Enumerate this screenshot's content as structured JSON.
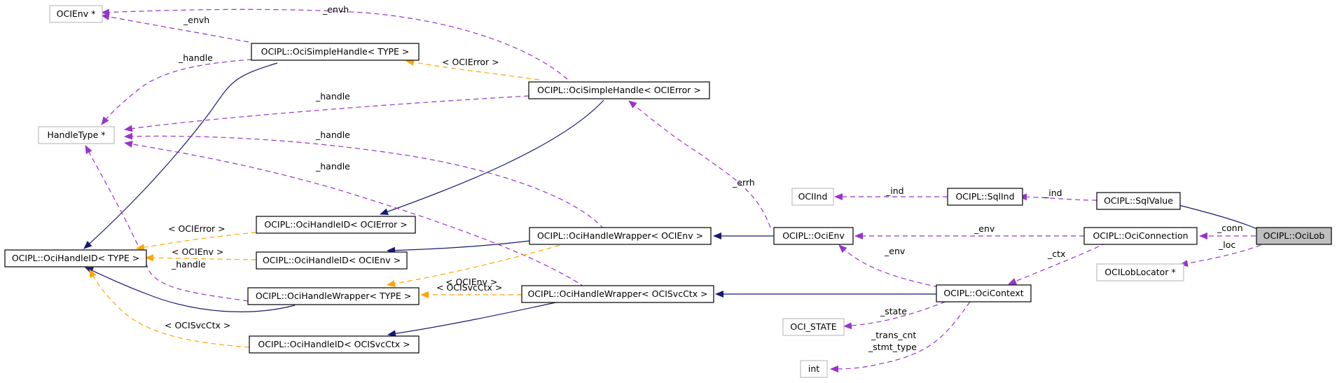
{
  "diagram": {
    "nodes": {
      "ocilob": "OCIPL::OciLob",
      "sqlvalue": "OCIPL::SqlValue",
      "ociconnection": "OCIPL::OciConnection",
      "ocilobloc": "OCILobLocator *",
      "sqlind": "OCIPL::SqlInd",
      "ociind": "OCIInd",
      "ocienv": "OCIPL::OciEnv",
      "ocicontext": "OCIPL::OciContext",
      "ocistate": "OCI_STATE",
      "int": "int",
      "hw_env": "OCIPL::OciHandleWrapper< OCIEnv >",
      "hw_svc": "OCIPL::OciHandleWrapper< OCISvcCtx >",
      "hw_type": "OCIPL::OciHandleWrapper< TYPE >",
      "sh_err": "OCIPL::OciSimpleHandle< OCIError >",
      "sh_type": "OCIPL::OciSimpleHandle< TYPE >",
      "hid_err": "OCIPL::OciHandleID< OCIError >",
      "hid_env": "OCIPL::OciHandleID< OCIEnv >",
      "hid_svc": "OCIPL::OciHandleID< OCISvcCtx >",
      "hid_type": "OCIPL::OciHandleID< TYPE >",
      "ocienvp": "OCIEnv *",
      "handletype": "HandleType *"
    },
    "edge_labels": {
      "conn": "_conn",
      "loc": "_loc",
      "ind_sql": "_ind",
      "ind": "_ind",
      "env_conn": "_env",
      "ctx": "_ctx",
      "env_ctx": "_env",
      "state": "_state",
      "trans": "_trans_cnt",
      "stmt": "_stmt_type",
      "errh": "_errh",
      "tmpl_svc": "< OCISvcCtx >",
      "tmpl_env_hw": "< OCIEnv >",
      "tmpl_err_sh": "< OCIError >",
      "tmpl_err_hid": "< OCIError >",
      "tmpl_env_hid": "< OCIEnv >",
      "tmpl_svc_hid": "< OCISvcCtx >",
      "envh1": "_envh",
      "envh2": "_envh",
      "handle1": "_handle",
      "handle2": "_handle",
      "handle3": "_handle",
      "handle4": "_handle",
      "handle5": "_handle"
    }
  },
  "legend_colors": {
    "inheritance": "#191970",
    "usage": "#9a32cd",
    "template": "#ffa500",
    "focus_fill": "#bfbfbf",
    "external_border": "#bfbfbf"
  }
}
